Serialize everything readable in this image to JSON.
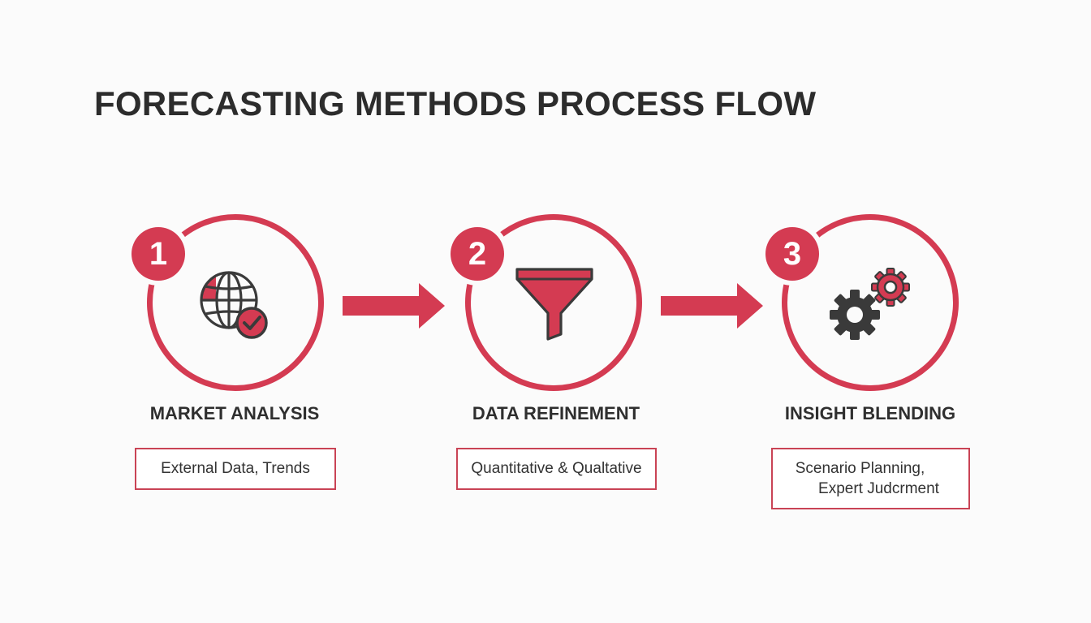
{
  "title": "FORECASTING METHODS PROCESS FLOW",
  "colors": {
    "accent": "#d43b52",
    "dark": "#3a3a3a",
    "text": "#2c2c2c",
    "background": "#fbfbfb"
  },
  "steps": [
    {
      "number": "1",
      "icon": "globe-check-icon",
      "label": "MARKET ANALYSIS",
      "description": [
        "External Data, Trends"
      ]
    },
    {
      "number": "2",
      "icon": "funnel-icon",
      "label": "DATA REFINEMENT",
      "description": [
        "Quantitative & Qualtative"
      ]
    },
    {
      "number": "3",
      "icon": "gears-icon",
      "label": "INSIGHT BLENDING",
      "description": [
        "Scenario Planning,",
        "Expert Judcrment"
      ]
    }
  ]
}
